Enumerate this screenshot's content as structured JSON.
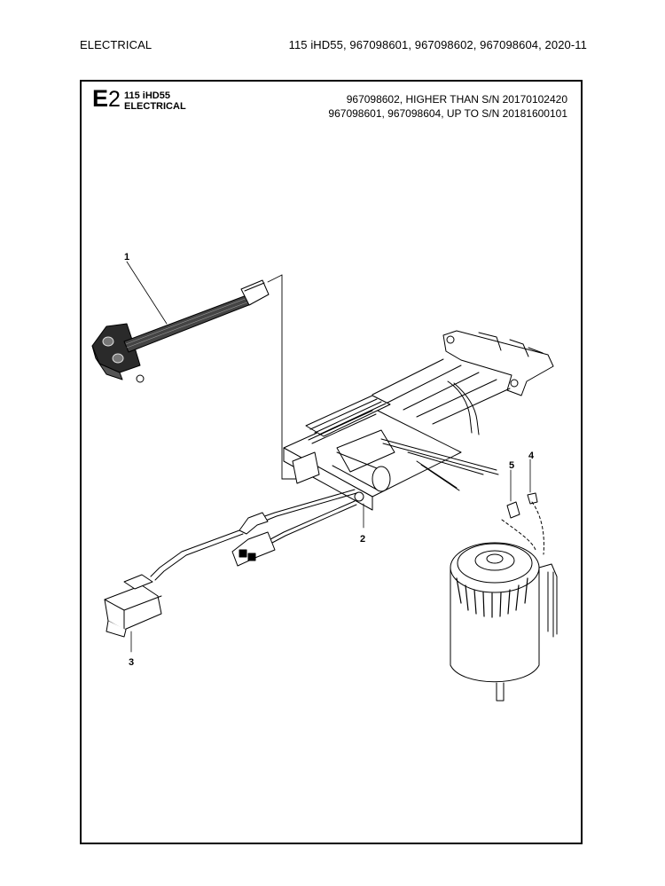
{
  "header": {
    "section": "ELECTRICAL",
    "models": "115 iHD55, 967098601, 967098602, 967098604, 2020-11"
  },
  "figure": {
    "code_letter": "E",
    "code_number": "2",
    "model": "115 iHD55",
    "title": "ELECTRICAL",
    "serial_lines": [
      "967098602, HIGHER THAN S/N 20170102420",
      "967098601, 967098604, UP TO S/N 20181600101"
    ]
  },
  "callouts": {
    "c1": "1",
    "c2": "2",
    "c3": "3",
    "c4": "4",
    "c5": "5"
  }
}
